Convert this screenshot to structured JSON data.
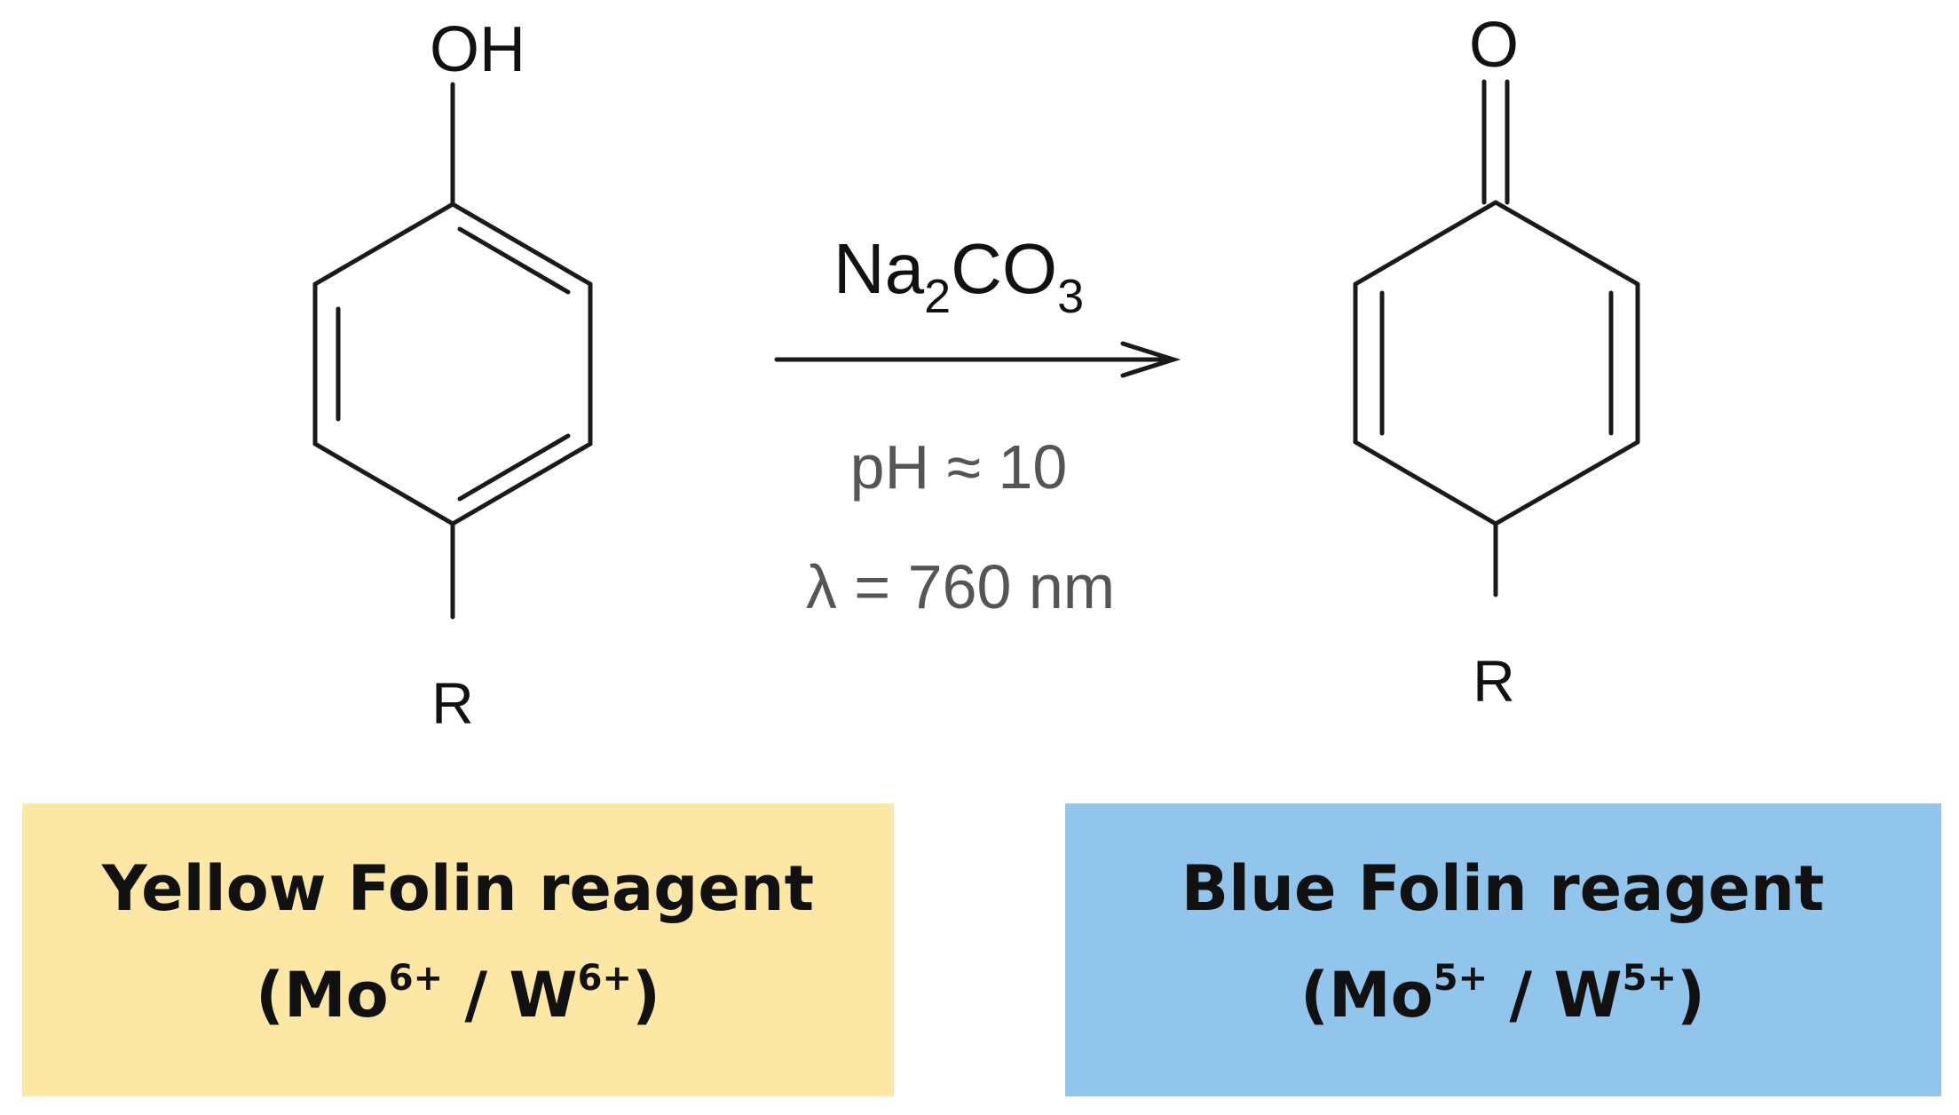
{
  "reactant": {
    "top_group": "OH",
    "substituent": "R"
  },
  "product": {
    "top_group": "O",
    "substituent": "R"
  },
  "conditions": {
    "reagent_main": "Na",
    "reagent_sub1": "2",
    "reagent_mid": "CO",
    "reagent_sub2": "3",
    "ph": "pH ≈ 10",
    "wavelength": "λ = 760 nm"
  },
  "boxes": {
    "left": {
      "title": "Yellow Folin reagent",
      "open": "(Mo",
      "sup1": "6+",
      "mid": " / W",
      "sup2": "6+",
      "close": ")",
      "color": "#fce8a4"
    },
    "right": {
      "title": "Blue Folin reagent",
      "open": "(Mo",
      "sup1": "5+",
      "mid": " / W",
      "sup2": "5+",
      "close": ")",
      "color": "#92c5ec"
    }
  },
  "colors": {
    "bond": "#1a1a1a",
    "condition_text": "#555555"
  }
}
